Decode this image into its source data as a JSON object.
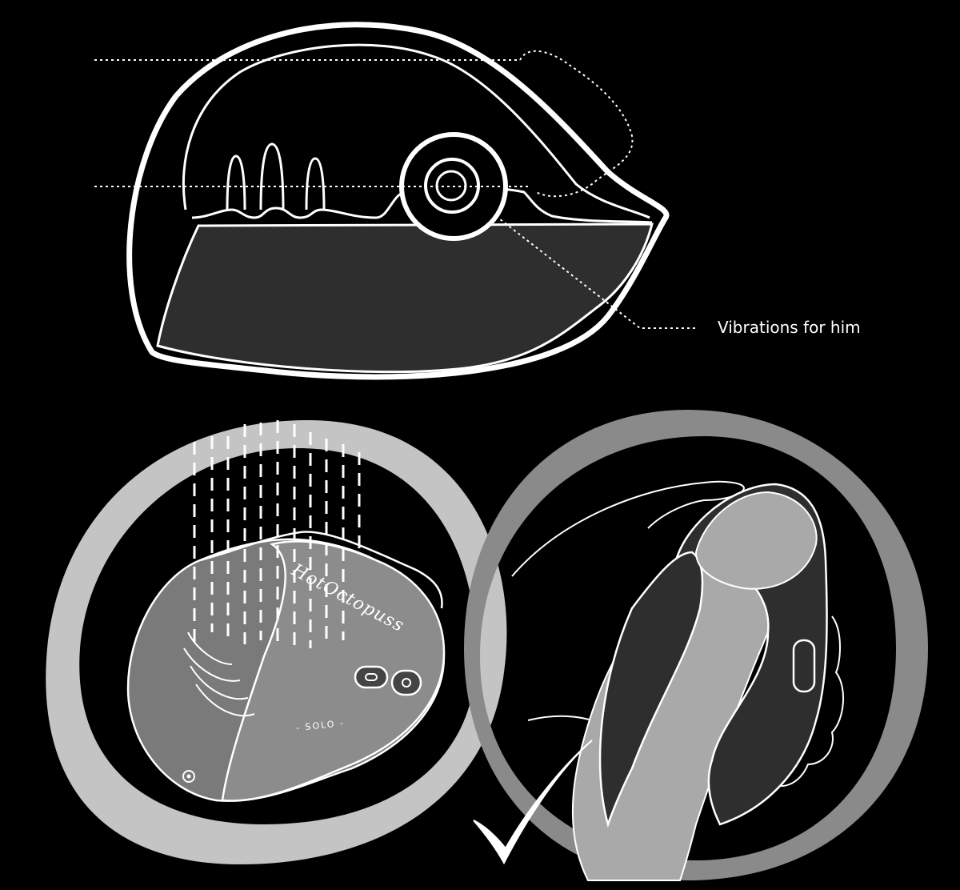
{
  "callout": {
    "label": "Vibrations for him"
  },
  "device": {
    "logo_text": "HotOctopuss",
    "model_text": "- SOLO -"
  },
  "colors": {
    "background": "#000000",
    "line": "#ffffff",
    "device_fill": "#2e2e2e",
    "ring_light": "#c4c4c4",
    "ring_dark": "#8a8a8a",
    "skin": "#a9a9a9"
  },
  "icons": [
    "checkmark-icon",
    "water-drops-icon",
    "power-button-icon",
    "link-button-icon",
    "vibration-button-icon"
  ]
}
